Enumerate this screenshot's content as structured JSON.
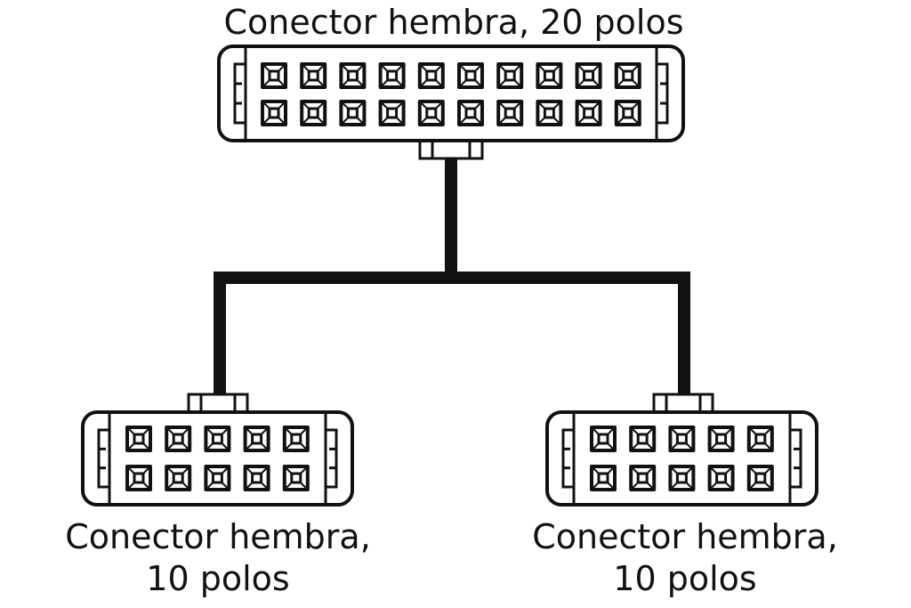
{
  "labels": {
    "top": "Conector hembra, 20 polos",
    "left_line1": "Conector hembra,",
    "left_line2": "10 polos",
    "right_line1": "Conector hembra,",
    "right_line2": "10 polos"
  },
  "connectors": [
    {
      "id": "female-20-pin",
      "rows": 2,
      "cols": 10
    },
    {
      "id": "female-10-pin-left",
      "rows": 2,
      "cols": 5
    },
    {
      "id": "female-10-pin-right",
      "rows": 2,
      "cols": 5
    }
  ],
  "colors": {
    "line": "#111111",
    "background": "#ffffff"
  }
}
